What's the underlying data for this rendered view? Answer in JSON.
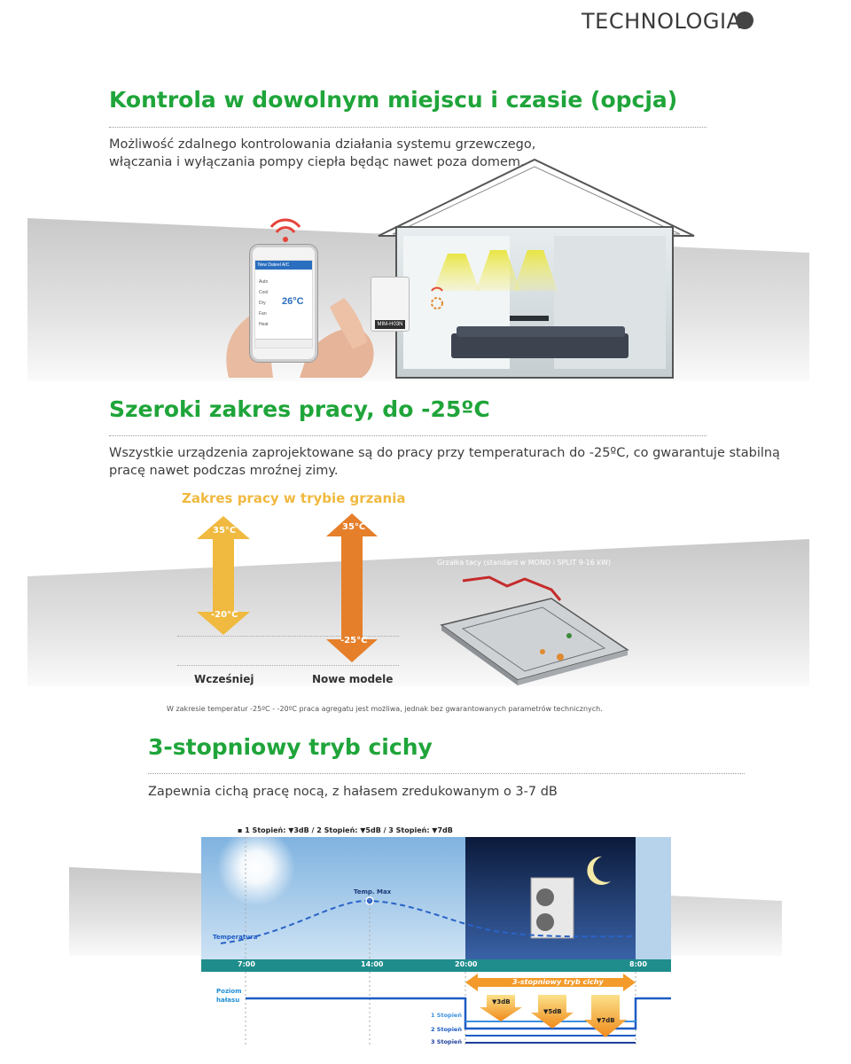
{
  "header": {
    "section_label": "TECHNOLOGIA"
  },
  "section1": {
    "title": "Kontrola w dowolnym miejscu i czasie (opcja)",
    "description_line1": "Możliwość zdalnego kontrolowania działania systemu grzewczego,",
    "description_line2": "włączania i wyłączania pompy ciepła będąc nawet poza domem.",
    "phone": {
      "screen_title": "New Dateel A/C",
      "modes": [
        "Auto",
        "Cool",
        "Dry",
        "Fan",
        "Heat"
      ],
      "temperature": "26°C",
      "controller_label": "MIM-H03N"
    }
  },
  "section2": {
    "title": "Szeroki zakres pracy, do -25ºC",
    "description_line1": "Wszystkie urządzenia zaprojektowane są do pracy przy temperaturach do -25ºC, co gwarantuje stabilną",
    "description_line2": "pracę nawet podczas mroźnej zimy.",
    "diagram_title": "Zakres pracy w trybie grzania",
    "arrow_old": {
      "top": "35°C",
      "bottom": "-20°C",
      "label": "Wcześniej"
    },
    "arrow_new": {
      "top": "35°C",
      "bottom": "-25°C",
      "label": "Nowe modele"
    },
    "heater_caption": "Grzałka tacy (standard w MONO i SPLIT 9-16 kW)",
    "footnote": "W zakresie temperatur -25ºC - -20ºC praca agregatu jest możliwa, jednak bez gwarantowanych parametrów technicznych."
  },
  "section3": {
    "title": "3-stopniowy tryb cichy",
    "description": "Zapewnia cichą pracę nocą, z hałasem zredukowanym o 3-7 dB",
    "legend": "▪ 1 Stopień: ▼3dB  /  2 Stopień: ▼5dB  /  3 Stopień: ▼7dB",
    "temp_max_label": "Temp. Max",
    "temperature_label": "Temperatura",
    "times": [
      "7:00",
      "14:00",
      "20:00",
      "8:00"
    ],
    "mode_banner": "3-stopniowy tryb cichy",
    "noise_label_line1": "Poziom",
    "noise_label_line2": "hałasu",
    "steps": [
      "1 Stopień",
      "2 Stopień",
      "3 Stopień"
    ],
    "reductions": [
      "▼3dB",
      "▼5dB",
      "▼7dB"
    ]
  },
  "colors": {
    "accent_green": "#1fa53a",
    "arrow_old": "#f0b93f",
    "arrow_new": "#e57f2a",
    "chart_blue": "#1e5cc4",
    "timeline_teal": "#1a8a8a"
  }
}
